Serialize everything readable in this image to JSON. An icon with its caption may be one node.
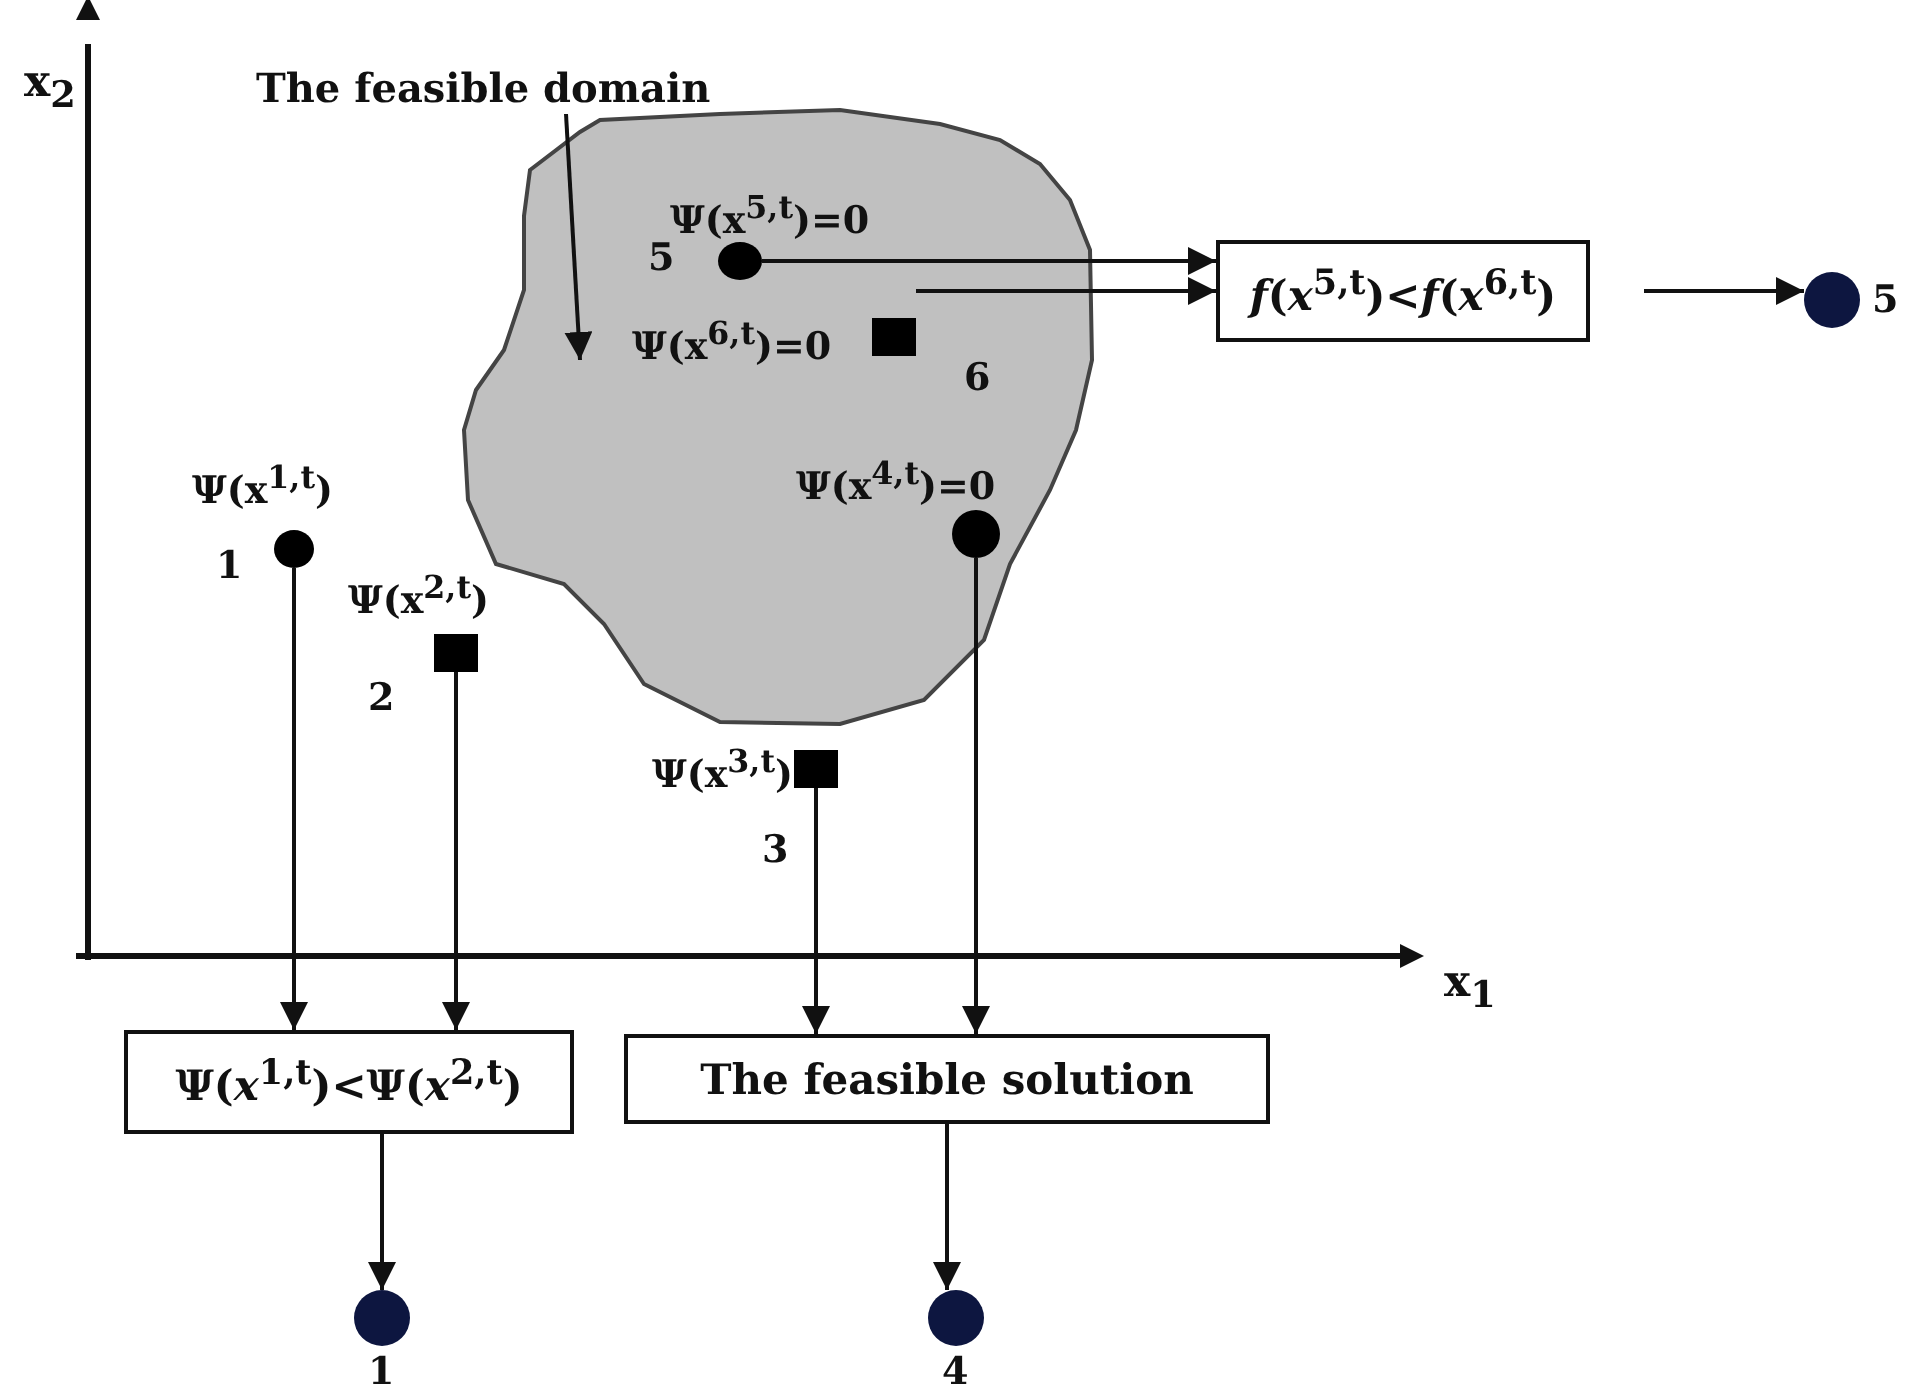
{
  "diagram": {
    "nodes": [
      {
        "text": [
          "The feasible domain"
        ]
      },
      {
        "text": [],
        "shape": "blob"
      },
      {
        "text": [],
        "shape": "circle",
        "in": 1,
        "beside": [
          "Ψ(x$^{5,t}$)=0",
          "5"
        ]
      },
      {
        "text": [],
        "shape": "box",
        "in": 1,
        "beside": [
          "Ψ(x$^{6,t}$)=0",
          "6"
        ]
      },
      {
        "text": [],
        "shape": "circle",
        "in": 1,
        "beside": [
          "Ψ(x$^{4,t}$)=0"
        ]
      },
      {
        "text": [],
        "shape": "circle",
        "beside": [
          "Ψ(x$^{1,t}$)",
          "1"
        ]
      },
      {
        "text": [],
        "shape": "box",
        "beside": [
          "Ψ(x$^{2,t}$)",
          "2"
        ]
      },
      {
        "text": [],
        "shape": "box",
        "beside": [
          "Ψ(x$^{3,t}$)",
          "3"
        ]
      },
      {
        "text": [
          "*f*(*x*$^{5,t}$)<*f*(*x*$^{6,t}$)"
        ]
      },
      {
        "text": [],
        "shape": "circle",
        "beside": [
          "5"
        ]
      },
      {
        "text": [
          "Ψ(*x*$^{1,t}$)<Ψ(*x*$^{2,t}$)"
        ]
      },
      {
        "text": [
          "The feasible solution"
        ]
      },
      {
        "text": [],
        "shape": "circle",
        "beside": [
          "1"
        ]
      },
      {
        "text": [],
        "shape": "circle",
        "beside": [
          "4"
        ]
      }
    ],
    "edges": [
      {
        "from": 0,
        "to": 1,
        "arrow": "to"
      },
      {
        "from": 2,
        "to": 8,
        "arrow": "to"
      },
      {
        "from": 3,
        "to": 8,
        "arrow": "to"
      },
      {
        "from": 8,
        "to": 9,
        "arrow": "to"
      },
      {
        "from": 5,
        "to": 10,
        "arrow": "to"
      },
      {
        "from": 6,
        "to": 10,
        "arrow": "to"
      },
      {
        "from": 7,
        "to": 11,
        "arrow": "to"
      },
      {
        "from": 4,
        "to": 11,
        "arrow": "to"
      },
      {
        "from": 10,
        "to": 12,
        "arrow": "to"
      },
      {
        "from": 11,
        "to": 13,
        "arrow": "to"
      }
    ],
    "labels": [
      "x$_{2}$",
      "x$_{1}$"
    ]
  }
}
